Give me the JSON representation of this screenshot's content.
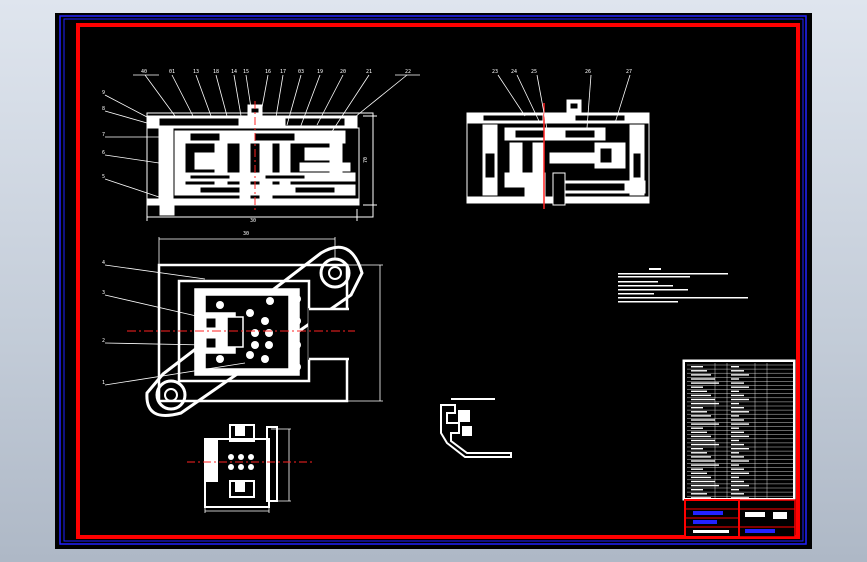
{
  "drawing": {
    "background": "#000000",
    "frame_color": "#ff0000",
    "border_color": "#2222ff",
    "line_color": "#ffffff",
    "centerline_color": "#ff2222",
    "front_view_balloons": [
      "40",
      "01",
      "13",
      "18",
      "14",
      "15",
      "16",
      "17",
      "03",
      "19",
      "20",
      "21",
      "22"
    ],
    "front_view_left_balloons": [
      "9",
      "8",
      "7",
      "6",
      "5"
    ],
    "side_view_balloons": [
      "23",
      "24",
      "25",
      "26",
      "27"
    ],
    "plan_view_balloons": [
      "4",
      "3",
      "2",
      "1"
    ],
    "dimension_top": "30",
    "dimension_bottom": "30",
    "dimension_right": "70"
  },
  "title_block": {
    "accent_color": "#ff0000",
    "text_color": "#2222ff"
  }
}
